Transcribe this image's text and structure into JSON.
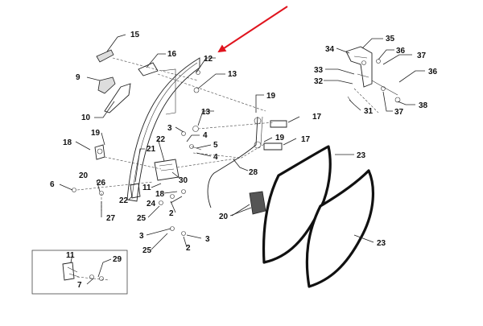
{
  "diagram": {
    "pointer_arrow_color": "#e0141e",
    "callouts": {
      "p15": "15",
      "p16": "16",
      "p12": "12",
      "p9": "9",
      "p13a": "13",
      "p10": "10",
      "p13b": "13",
      "p19a": "19",
      "p17a": "17",
      "p3a": "3",
      "p4a": "4",
      "p5": "5",
      "p4b": "4",
      "p19b": "19",
      "p17b": "17",
      "p18a": "18",
      "p19c": "19",
      "p21": "21",
      "p22a": "22",
      "p28": "28",
      "p23a": "23",
      "p20a": "20",
      "p30": "30",
      "p6": "6",
      "p26": "26",
      "p11a": "11",
      "p18b": "18",
      "p22b": "22",
      "p24": "24",
      "p27": "27",
      "p25a": "25",
      "p2a": "2",
      "p20b": "20",
      "p3b": "3",
      "p3c": "3",
      "p25b": "25",
      "p2b": "2",
      "p23b": "23",
      "p34": "34",
      "p35": "35",
      "p36a": "36",
      "p37a": "37",
      "p33": "33",
      "p32": "32",
      "p36b": "36",
      "p31": "31",
      "p37b": "37",
      "p38": "38",
      "p11b": "11",
      "p29": "29",
      "p7": "7"
    }
  }
}
